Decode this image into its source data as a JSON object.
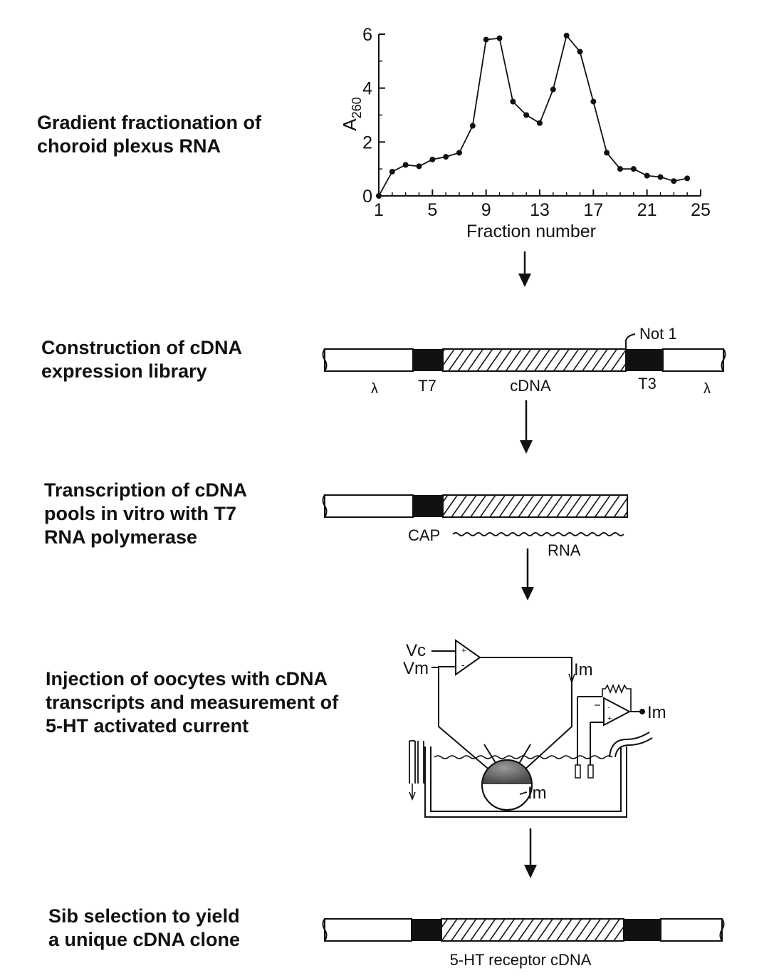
{
  "steps": {
    "gradient": [
      "Gradient fractionation of",
      "choroid plexus RNA"
    ],
    "library": [
      "Construction of cDNA",
      "expression library"
    ],
    "transcription": [
      "Transcription of cDNA",
      "pools in vitro with T7",
      "RNA polymerase"
    ],
    "injection": [
      "Injection of oocytes with cDNA",
      "transcripts and measurement of",
      "5-HT activated current"
    ],
    "sib": [
      "Sib selection to yield",
      "a unique cDNA clone"
    ]
  },
  "chart_data": {
    "type": "line",
    "xlabel": "Fraction number",
    "ylabel": "A260",
    "ylabel_main": "A",
    "ylabel_sub": "260",
    "xlim": [
      1,
      25
    ],
    "ylim": [
      0,
      6
    ],
    "xticks": [
      1,
      5,
      9,
      13,
      17,
      21,
      25
    ],
    "yticks": [
      0,
      2,
      4,
      6
    ],
    "grid": false,
    "series": [
      {
        "x": [
          1,
          2,
          3,
          4,
          5,
          6,
          7,
          8,
          9,
          10,
          11,
          12,
          13,
          14,
          15,
          16,
          17,
          18,
          19,
          20,
          21,
          22,
          23,
          24
        ],
        "y": [
          0.0,
          0.9,
          1.15,
          1.1,
          1.35,
          1.45,
          1.6,
          2.6,
          5.8,
          5.85,
          3.5,
          3.0,
          2.7,
          3.95,
          5.95,
          5.35,
          3.5,
          1.6,
          1.0,
          1.0,
          0.75,
          0.7,
          0.55,
          0.65
        ]
      }
    ]
  },
  "library_construct": {
    "lambda_left": "λ",
    "t7": "T7",
    "cdna": "cDNA",
    "t3": "T3",
    "lambda_right": "λ",
    "not1": "Not 1"
  },
  "transcript": {
    "cap": "CAP",
    "rna": "RNA"
  },
  "oocyte_setup": {
    "vc": "Vc",
    "vm": "Vm",
    "im_top": "Im",
    "im_amp": "Im",
    "im_cell": "Im"
  },
  "final_clone": {
    "label": "5-HT receptor cDNA"
  }
}
